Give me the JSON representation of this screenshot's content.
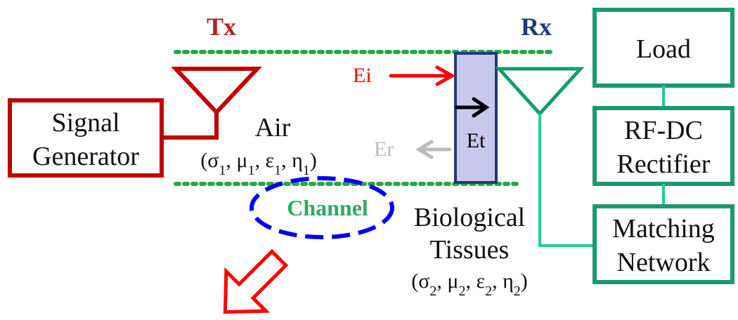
{
  "tx": {
    "label": "Tx",
    "color": "#b22222"
  },
  "rx": {
    "label": "Rx",
    "color": "#1f3b73"
  },
  "signal_generator": {
    "line1": "Signal",
    "line2": "Generator",
    "color": "#c00000"
  },
  "air": {
    "label": "Air",
    "params": [
      "σ",
      "μ",
      "ε",
      "η"
    ],
    "subscript": "1"
  },
  "tissues": {
    "line1": "Biological",
    "line2": "Tissues",
    "params": [
      "σ",
      "μ",
      "ε",
      "η"
    ],
    "subscript": "2",
    "fill": "#c8c8ec"
  },
  "waves": {
    "incident": {
      "label": "Ei",
      "color": "#ff0000"
    },
    "transmitted": {
      "label": "Et",
      "color": "#000000"
    },
    "reflected": {
      "label": "Er",
      "color": "#bbbbbb"
    }
  },
  "channel": {
    "label": "Channel",
    "text_color": "#2eaa66",
    "ring_color": "#0000ee"
  },
  "rx_chain": {
    "color": "#179a72",
    "blocks": [
      {
        "id": "load",
        "lines": [
          "Load"
        ]
      },
      {
        "id": "rf-dc-rectifier",
        "lines": [
          "RF-DC",
          "Rectifier"
        ]
      },
      {
        "id": "matching-network",
        "lines": [
          "Matching",
          "Network"
        ]
      }
    ]
  },
  "boundary_color": "#22aa44",
  "arrow_color": "#ff0000"
}
